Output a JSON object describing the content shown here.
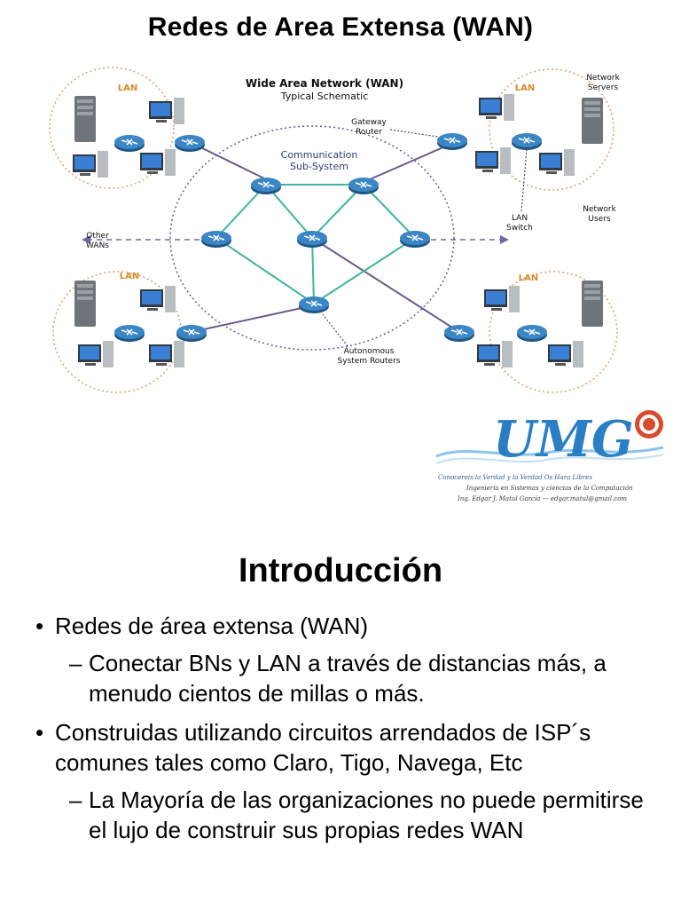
{
  "slide": {
    "title": "Redes de Area Extensa (WAN)",
    "section_title": "Introducción"
  },
  "diagram": {
    "heading": "Wide Area Network (WAN)",
    "subheading": "Typical Schematic",
    "lan_label": "LAN",
    "comm_line1": "Communication",
    "comm_line2": "Sub-System",
    "gateway_line1": "Gateway",
    "gateway_line2": "Router",
    "servers_line1": "Network",
    "servers_line2": "Servers",
    "users_line1": "Network",
    "users_line2": "Users",
    "switch_line1": "LAN",
    "switch_line2": "Switch",
    "other_line1": "Other",
    "other_line2": "WANs",
    "asr_line1": "Autonomous",
    "asr_line2": "System Routers",
    "colors": {
      "lan_circle": "#d9a06a",
      "wan_circle": "#5b5fa8",
      "link": "#3fb59a",
      "router": "#2e6fa6",
      "lan_text": "#d98a2a"
    }
  },
  "logo": {
    "mark": "UMG",
    "motto": "Conocereis la Verdad y la Verdad Os Hara Libres",
    "line1": "Ingeniería en Sistemas y ciencias de la Computación",
    "line2": "Ing. Edgar J. Matul García  ---  edgar.matul@gmail.com",
    "color": "#2a7ec4"
  },
  "content": {
    "bullet1": "Redes de área extensa (WAN)",
    "bullet1_sub": "Conectar BNs y LAN a través de distancias más, a menudo cientos de millas o más.",
    "bullet2": "Construidas utilizando circuitos arrendados de ISP´s comunes tales como Claro, Tigo, Navega, Etc",
    "bullet2_sub": "La Mayoría de las organizaciones no puede permitirse el lujo de construir sus propias redes WAN"
  }
}
